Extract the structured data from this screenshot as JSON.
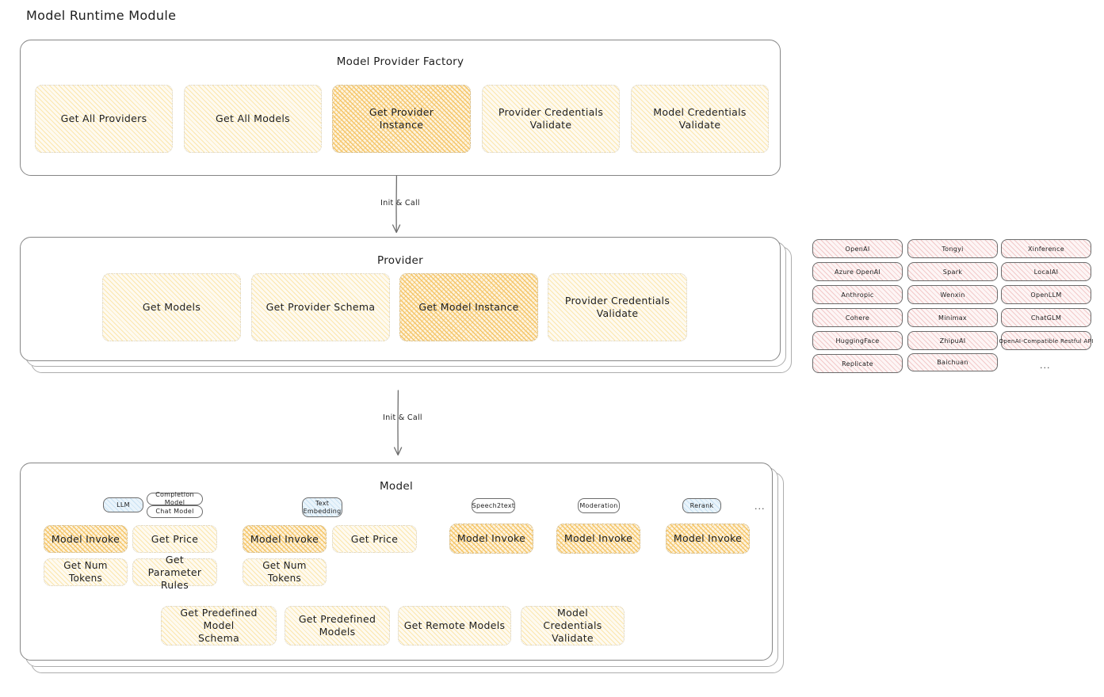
{
  "page": {
    "title": "Model Runtime Module"
  },
  "factory": {
    "title": "Model Provider Factory",
    "nodes": [
      {
        "label": "Get All Providers",
        "highlight": false
      },
      {
        "label": "Get All Models",
        "highlight": false
      },
      {
        "label": "Get Provider\nInstance",
        "highlight": true
      },
      {
        "label": "Provider Credentials\nValidate",
        "highlight": false
      },
      {
        "label": "Model Credentials\nValidate",
        "highlight": false
      }
    ]
  },
  "connector1": {
    "label": "Init & Call"
  },
  "provider": {
    "title": "Provider",
    "nodes": [
      {
        "label": "Get Models",
        "highlight": false
      },
      {
        "label": "Get Provider Schema",
        "highlight": false
      },
      {
        "label": "Get Model Instance",
        "highlight": true
      },
      {
        "label": "Provider Credentials\nValidate",
        "highlight": false
      }
    ]
  },
  "connector2": {
    "label": "Init & Call"
  },
  "provider_list": {
    "columns": [
      {
        "items": [
          "OpenAI",
          "Azure OpenAI",
          "Anthropic",
          "Cohere",
          "HuggingFace",
          "Replicate"
        ]
      },
      {
        "items": [
          "Tongyi",
          "Spark",
          "Wenxin",
          "Minimax",
          "ZhipuAI",
          "Baichuan"
        ]
      },
      {
        "items": [
          "Xinference",
          "LocalAI",
          "OpenLLM",
          "ChatGLM",
          "OpenAI-Compatible Restful API"
        ]
      }
    ],
    "more": "..."
  },
  "model": {
    "title": "Model",
    "more": "...",
    "types": [
      {
        "name": "LLM",
        "style": "blue",
        "sub_badges": [
          "Completion Model",
          "Chat Model"
        ],
        "methods": [
          {
            "label": "Model Invoke",
            "highlight": true
          },
          {
            "label": "Get Price",
            "highlight": false
          },
          {
            "label": "Get Num Tokens",
            "highlight": false
          },
          {
            "label": "Get Parameter\nRules",
            "highlight": false
          }
        ]
      },
      {
        "name": "Text\nEmbedding",
        "style": "blue",
        "sub_badges": [],
        "methods": [
          {
            "label": "Model Invoke",
            "highlight": true
          },
          {
            "label": "Get Price",
            "highlight": false
          },
          {
            "label": "Get Num Tokens",
            "highlight": false
          }
        ]
      },
      {
        "name": "Speech2text",
        "style": "white",
        "sub_badges": [],
        "methods": [
          {
            "label": "Model Invoke",
            "highlight": true
          }
        ]
      },
      {
        "name": "Moderation",
        "style": "white",
        "sub_badges": [],
        "methods": [
          {
            "label": "Model Invoke",
            "highlight": true
          }
        ]
      },
      {
        "name": "Rerank",
        "style": "blue",
        "sub_badges": [],
        "methods": [
          {
            "label": "Model Invoke",
            "highlight": true
          }
        ]
      }
    ],
    "shared_methods": [
      {
        "label": "Get Predefined Model\nSchema"
      },
      {
        "label": "Get Predefined\nModels"
      },
      {
        "label": "Get Remote Models"
      },
      {
        "label": "Model Credentials\nValidate"
      }
    ]
  },
  "colors": {
    "highlight_fill": "#f5c567",
    "node_fill": "#fbe6ad",
    "provider_chip": "#f2c9c9",
    "badge_blue": "#c9e2f3",
    "stroke": "#1e1e1e"
  }
}
